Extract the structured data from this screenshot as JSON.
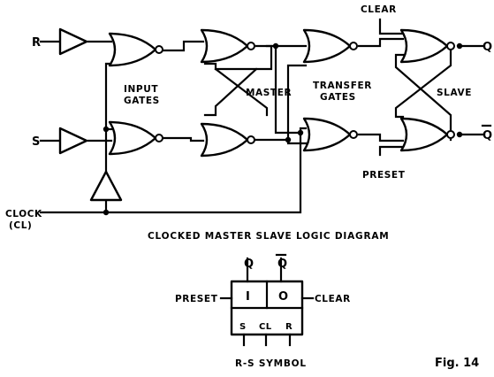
{
  "labels": {
    "r_input": "R",
    "s_input": "S",
    "clock_line1": "CLOCK",
    "clock_line2": "(CL)",
    "input_gates_line1": "INPUT",
    "input_gates_line2": "GATES",
    "master": "MASTER",
    "transfer_gates_line1": "TRANSFER",
    "transfer_gates_line2": "GATES",
    "slave": "SLAVE",
    "clear_top": "CLEAR",
    "preset_bottom": "PRESET",
    "q_output": "Q",
    "qbar_output": "Q"
  },
  "captions": {
    "logic_diagram": "CLOCKED MASTER SLAVE LOGIC DIAGRAM",
    "rs_symbol": "R-S SYMBOL",
    "figure": "Fig. 14"
  },
  "symbol": {
    "preset": "PRESET",
    "clear": "CLEAR",
    "q": "Q",
    "qbar": "Q",
    "cell_left": "I",
    "cell_right": "O",
    "pin_s": "S",
    "pin_cl": "CL",
    "pin_r": "R"
  }
}
